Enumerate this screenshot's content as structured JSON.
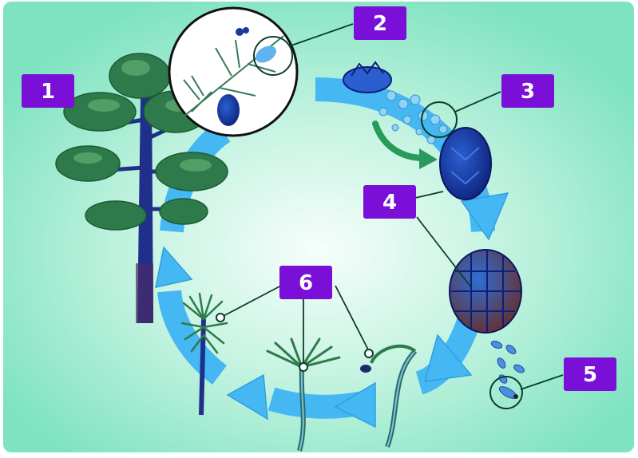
{
  "diagram": {
    "labels": [
      {
        "id": "1",
        "text": "1"
      },
      {
        "id": "2",
        "text": "2"
      },
      {
        "id": "3",
        "text": "3"
      },
      {
        "id": "4",
        "text": "4"
      },
      {
        "id": "5",
        "text": "5"
      },
      {
        "id": "6",
        "text": "6"
      }
    ]
  },
  "colors": {
    "panel_outer": "#7fe3c1",
    "panel_inner": "#f4fdf9",
    "cycle_arrow": "#45b8f4",
    "label_badge": "#7a10d8",
    "leader_line": "#0d3d2a",
    "foliage": "#2f7a4a",
    "trunk": "#1f2f8a",
    "cone": "#1b3aa0",
    "pollen": "#8fd3f7"
  }
}
